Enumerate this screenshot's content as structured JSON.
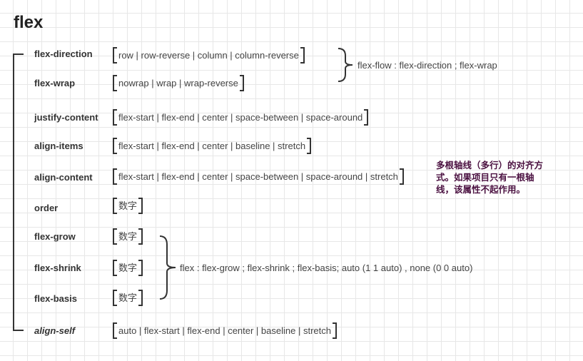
{
  "title": "flex",
  "rows": [
    {
      "prop": "flex-direction",
      "values": "row | row-reverse | column | column-reverse"
    },
    {
      "prop": "flex-wrap",
      "values": "nowrap | wrap | wrap-reverse"
    },
    {
      "prop": "justify-content",
      "values": "flex-start | flex-end | center | space-between | space-around"
    },
    {
      "prop": "align-items",
      "values": "flex-start | flex-end | center | baseline | stretch"
    },
    {
      "prop": "align-content",
      "values": "flex-start | flex-end | center | space-between | space-around | stretch"
    },
    {
      "prop": "order",
      "values": "数字"
    },
    {
      "prop": "flex-grow",
      "values": "数字"
    },
    {
      "prop": "flex-shrink",
      "values": "数字"
    },
    {
      "prop": "flex-basis",
      "values": "数字"
    },
    {
      "prop": "align-self",
      "values": "auto | flex-start | flex-end | center | baseline | stretch"
    }
  ],
  "notes": {
    "flex_flow": "flex-flow : flex-direction ; flex-wrap",
    "align_content": "多根轴线（多行）的对齐方式。如果项目只有一根轴线，该属性不起作用。",
    "flex_shorthand": "flex : flex-grow ; flex-shrink ; flex-basis;  auto (1 1 auto) , none (0 0 auto)"
  }
}
